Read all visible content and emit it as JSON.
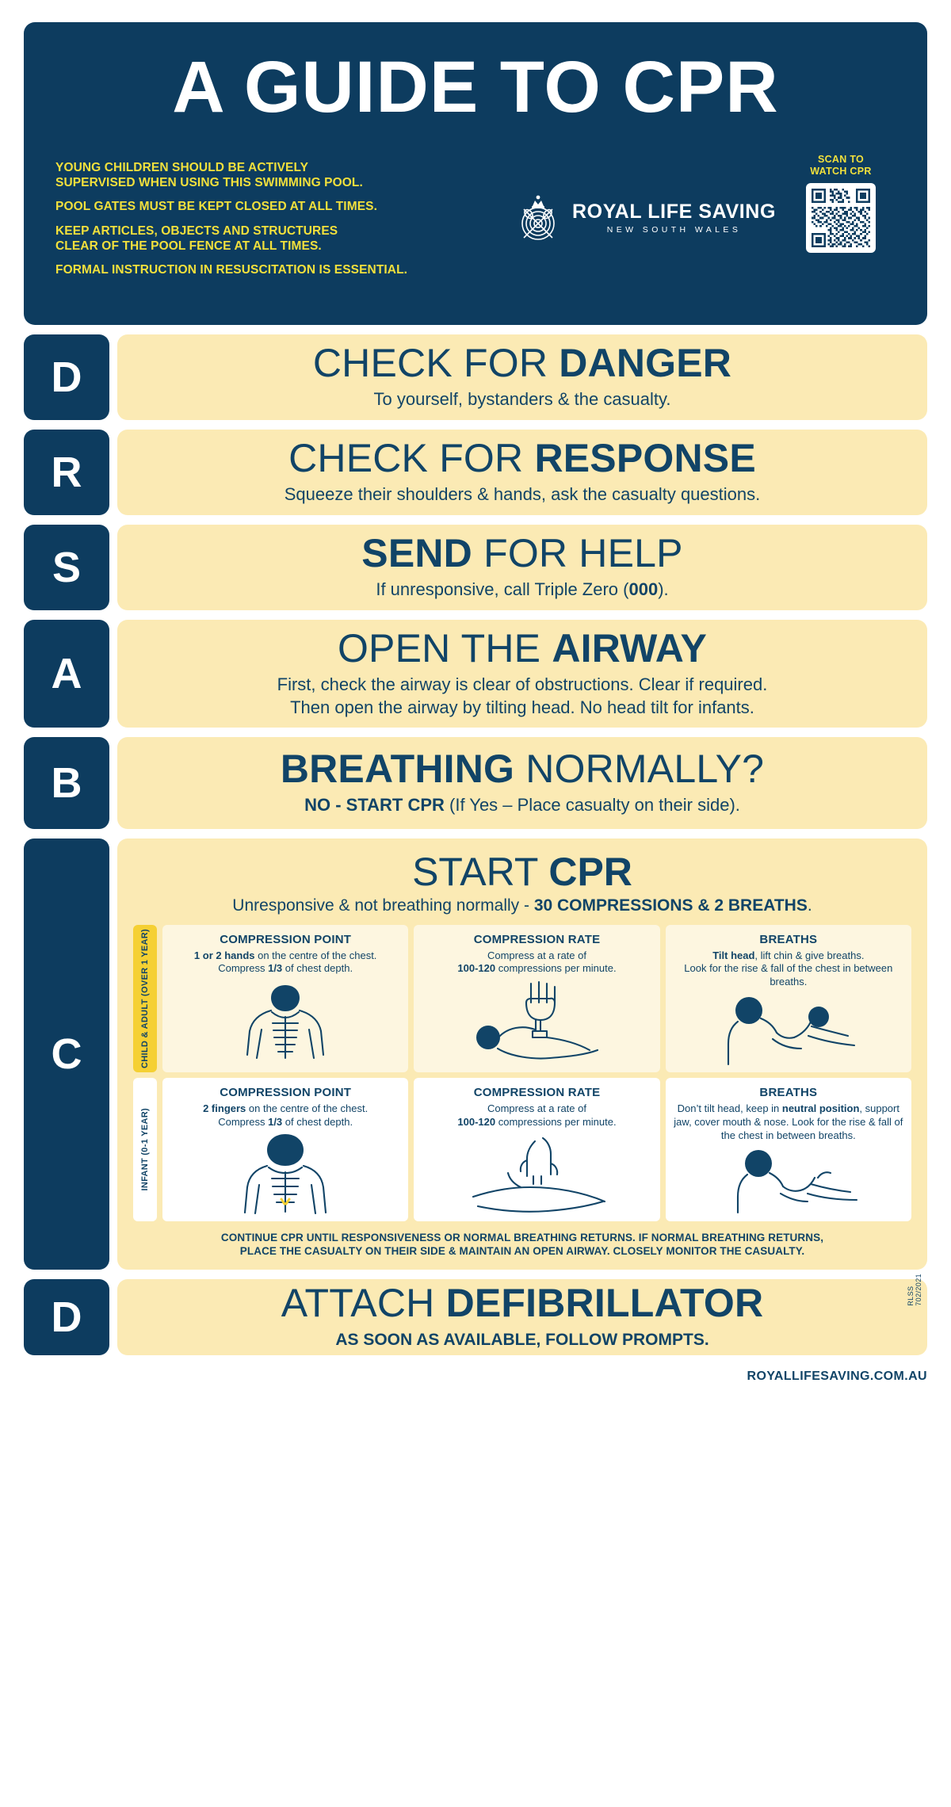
{
  "header": {
    "title": "A GUIDE TO CPR",
    "safety_notices": [
      "YOUNG CHILDREN SHOULD BE ACTIVELY\nSUPERVISED WHEN USING THIS SWIMMING POOL.",
      "POOL GATES MUST BE KEPT CLOSED AT ALL TIMES.",
      "KEEP ARTICLES, OBJECTS AND STRUCTURES\nCLEAR OF THE POOL FENCE AT ALL TIMES.",
      "FORMAL INSTRUCTION IN RESUSCITATION IS ESSENTIAL."
    ],
    "logo": {
      "name": "ROYAL LIFE SAVING",
      "subtitle": "NEW SOUTH WALES"
    },
    "qr": {
      "caption": "SCAN TO\nWATCH CPR"
    }
  },
  "steps": [
    {
      "letter": "D",
      "head_light": "CHECK FOR ",
      "head_bold": "DANGER",
      "sub": "To yourself, bystanders & the casualty."
    },
    {
      "letter": "R",
      "head_light": "CHECK FOR ",
      "head_bold": "RESPONSE",
      "sub": "Squeeze their shoulders & hands, ask the casualty questions."
    },
    {
      "letter": "S",
      "head_bold": "SEND",
      "head_light": " FOR HELP",
      "sub_pre": "If unresponsive, call Triple Zero (",
      "sub_bold": "000",
      "sub_post": ")."
    },
    {
      "letter": "A",
      "head_light": "OPEN THE ",
      "head_bold": "AIRWAY",
      "sub_line1": "First, check the airway is clear of obstructions. Clear if required.",
      "sub_line2": "Then open the airway by tilting head. No head tilt for infants."
    },
    {
      "letter": "B",
      "head_bold": "BREATHING",
      "head_light": " NORMALLY?",
      "sub_bold": "NO - START CPR",
      "sub_rest": "  (If Yes – Place casualty on their side)."
    }
  ],
  "cpr_section": {
    "letter": "C",
    "head_light": "START ",
    "head_bold": "CPR",
    "sub_pre": "Unresponsive & not breathing normally - ",
    "sub_bold": "30 COMPRESSIONS & 2 BREATHS",
    "sub_post": ".",
    "bands": [
      {
        "tab_label": "CHILD & ADULT (OVER 1 YEAR)",
        "cells": [
          {
            "title": "COMPRESSION POINT",
            "line1_bold": "1 or 2 hands",
            "line1_rest": " on the centre of the chest.",
            "line2_pre": "Compress ",
            "line2_bold": "1/3",
            "line2_post": " of chest depth.",
            "art": "adult-torso-compression-icon"
          },
          {
            "title": "COMPRESSION RATE",
            "line1_rest": "Compress at a rate of",
            "line2_bold": "100-120",
            "line2_post": " compressions per minute.",
            "art": "adult-compression-hands-icon"
          },
          {
            "title": "BREATHS",
            "line1_bold": "Tilt head",
            "line1_rest": ", lift chin & give breaths.",
            "line2_post": "Look for the rise & fall of the chest in between breaths.",
            "art": "adult-rescue-breath-icon"
          }
        ]
      },
      {
        "tab_label": "INFANT (0-1 YEAR)",
        "cells": [
          {
            "title": "COMPRESSION POINT",
            "line1_bold": "2 fingers",
            "line1_rest": " on the centre of the chest.",
            "line2_pre": "Compress ",
            "line2_bold": "1/3",
            "line2_post": " of chest depth.",
            "art": "infant-torso-compression-icon"
          },
          {
            "title": "COMPRESSION RATE",
            "line1_rest": "Compress at a rate of",
            "line2_bold": "100-120",
            "line2_post": " compressions per minute.",
            "art": "infant-compression-fingers-icon"
          },
          {
            "title": "BREATHS",
            "line1_pre": "Don’t tilt head, keep in ",
            "line1_bold": "neutral position",
            "line1_rest": ", support jaw, cover mouth & nose. Look for the rise & fall of the chest in between breaths.",
            "art": "infant-rescue-breath-icon"
          }
        ]
      }
    ],
    "footnote": "CONTINUE CPR UNTIL RESPONSIVENESS OR NORMAL BREATHING RETURNS. IF NORMAL BREATHING RETURNS,\nPLACE THE CASUALTY ON THEIR SIDE & MAINTAIN AN OPEN AIRWAY.  CLOSELY MONITOR THE CASUALTY."
  },
  "final_step": {
    "letter": "D",
    "head_light": "ATTACH ",
    "head_bold": "DEFIBRILLATOR",
    "sub": "AS SOON AS AVAILABLE, FOLLOW PROMPTS."
  },
  "footer": {
    "url": "ROYALLIFESAVING.COM.AU",
    "side_code": "RLSS 702/2021"
  },
  "colors": {
    "navy": "#0d3c5f",
    "text_navy": "#114467",
    "cream": "#fbeab4",
    "cell_cream": "#fdf6e0",
    "yellow": "#f2e03c",
    "tab_yellow": "#f5d033",
    "white": "#ffffff"
  }
}
